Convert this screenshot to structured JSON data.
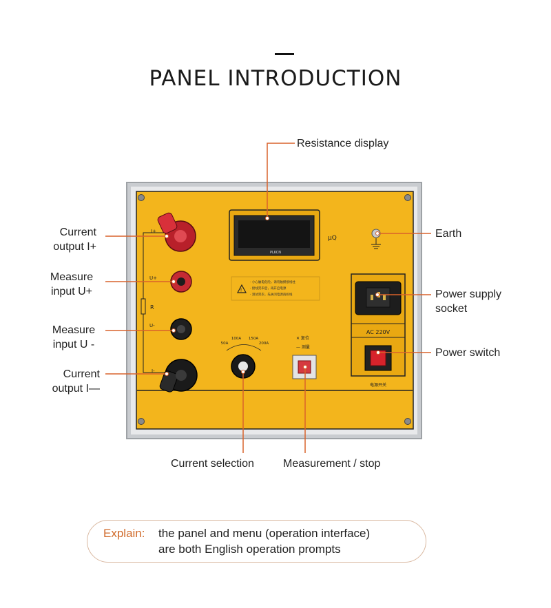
{
  "header": {
    "title": "PANEL INTRODUCTION"
  },
  "labels": {
    "resistance_display": "Resistance display",
    "current_output_plus": [
      "Current",
      "output I+"
    ],
    "measure_input_plus": [
      "Measure",
      "input U+"
    ],
    "measure_input_minus": [
      "Measure",
      "input U -"
    ],
    "current_output_minus": [
      "Current",
      "output I—"
    ],
    "earth": "Earth",
    "power_supply_socket": [
      "Power supply",
      "socket"
    ],
    "power_switch": "Power switch",
    "current_selection": "Current selection",
    "measurement_stop": "Measurement / stop"
  },
  "panel": {
    "display_unit": "μQ",
    "display_brand": "PLKCN",
    "terminal_i_plus": "I+",
    "terminal_u_plus": "U+",
    "terminal_r": "R",
    "terminal_u_minus": "U-",
    "terminal_i_minus": "I-",
    "warning_lines": [
      "· 小心触电危险，请勿触摸接线柱",
      "· 接线完毕后，再开启电源",
      "· 测试完毕，先关闭电源再拆线"
    ],
    "range_options": [
      "50A",
      "100A",
      "150A",
      "200A"
    ],
    "button_legend": [
      "✕ 复位",
      "— 测量"
    ],
    "socket_rating": "AC 220V",
    "switch_caption": "电源开关"
  },
  "explain": {
    "key": "Explain:",
    "line1": "the panel and menu (operation interface)",
    "line2": "are both English operation prompts"
  },
  "colors": {
    "panel_yellow": "#f3b51c",
    "accent_orange": "#d06a2a",
    "leader_line": "#d9622b"
  }
}
